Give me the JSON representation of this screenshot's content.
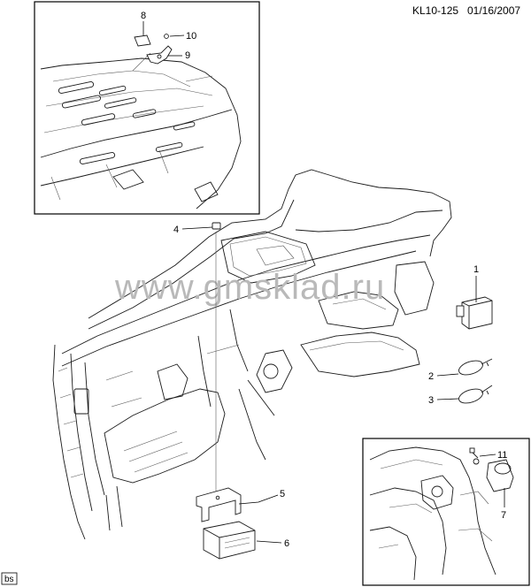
{
  "header": {
    "code": "KL10-125",
    "date": "01/16/2007"
  },
  "watermark": "www.gmsklad.ru",
  "footer_tag": "bs",
  "callouts": [
    {
      "id": "c1",
      "label": "1"
    },
    {
      "id": "c2",
      "label": "2"
    },
    {
      "id": "c3",
      "label": "3"
    },
    {
      "id": "c4",
      "label": "4"
    },
    {
      "id": "c5",
      "label": "5"
    },
    {
      "id": "c6",
      "label": "6"
    },
    {
      "id": "c7",
      "label": "7"
    },
    {
      "id": "c8",
      "label": "8"
    },
    {
      "id": "c9",
      "label": "9"
    },
    {
      "id": "c10",
      "label": "10"
    },
    {
      "id": "c11",
      "label": "11"
    }
  ]
}
